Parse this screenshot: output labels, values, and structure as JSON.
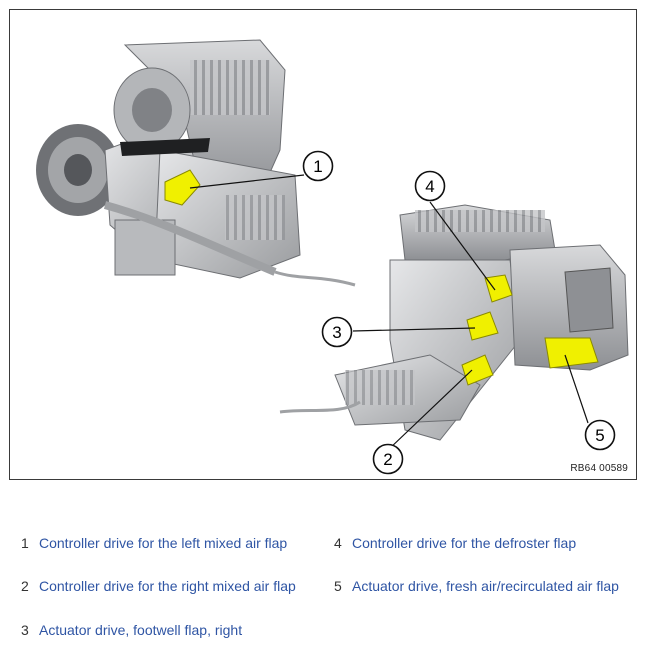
{
  "figure": {
    "reference_code": "RB64 00589",
    "callouts": [
      "1",
      "2",
      "3",
      "4",
      "5"
    ]
  },
  "legend": [
    {
      "num": "1",
      "text": "Controller drive for the left mixed air flap"
    },
    {
      "num": "2",
      "text": "Controller drive for the right mixed air flap"
    },
    {
      "num": "3",
      "text": "Actuator drive, footwell flap, right"
    },
    {
      "num": "4",
      "text": "Controller drive for the defroster flap"
    },
    {
      "num": "5",
      "text": "Actuator drive, fresh air/recirculated air flap"
    }
  ],
  "colors": {
    "highlight": "#f0f000",
    "housing": "#c9cacc",
    "legend_text": "#2f55a4"
  }
}
